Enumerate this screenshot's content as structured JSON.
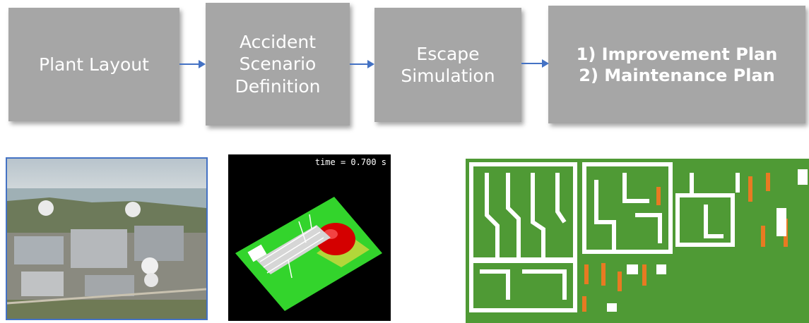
{
  "steps": [
    {
      "label": "Plant Layout"
    },
    {
      "label": "Accident\nScenario\nDefinition"
    },
    {
      "label": "Escape\nSimulation"
    },
    {
      "label": "1) Improvement Plan\n2) Maintenance Plan"
    }
  ],
  "simulation": {
    "time_label": "time = 0.700 s"
  },
  "colors": {
    "box": "#a6a6a6",
    "arrow": "#4472c4",
    "floor_green": "#4f9a35",
    "hazard_red": "#d40000",
    "obstacle_orange": "#e87a22"
  },
  "images": {
    "photo": "aerial-plant-photo",
    "sim3d": "3d-fire-simulation",
    "sim2d": "2d-escape-map"
  }
}
